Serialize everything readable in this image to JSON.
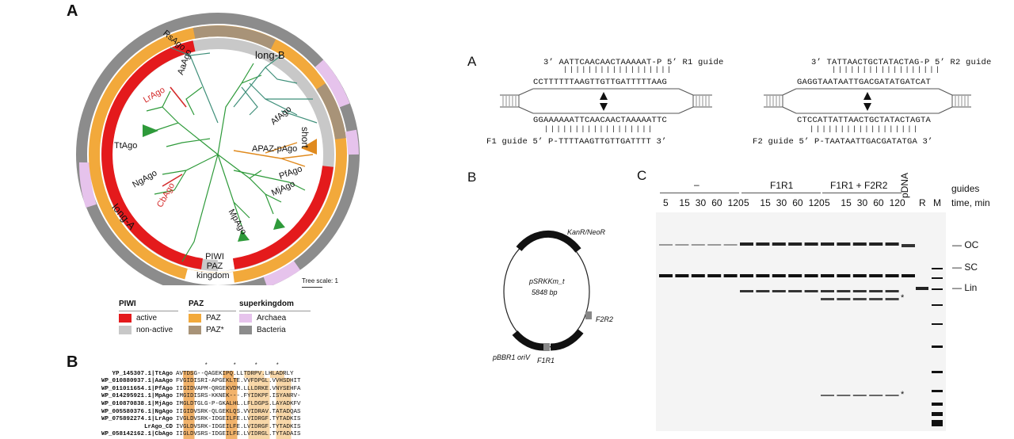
{
  "left_figure": {
    "panel_a": "A",
    "panel_b": "B",
    "tree_labels": {
      "rsago": "RsAgo",
      "long_b": "long-B",
      "afago": "AfAgo",
      "aaago": "AaAgo",
      "lrago": "LrAgo",
      "short": "short",
      "apaz": "APAZ-pAgo",
      "ttago": "TtAgo",
      "ngago": "NgAgo",
      "pfago": "PfAgo",
      "mjago": "MjAgo",
      "cbago": "CbAgo",
      "long_a": "long-A",
      "mpago": "MpAgo",
      "piwi": "PIWI",
      "paz": "PAZ",
      "kingdom": "kingdom"
    },
    "tree_scale": "Tree scale: 1",
    "legend": {
      "piwi_title": "PIWI",
      "piwi_items": [
        "active",
        "non-active"
      ],
      "paz_title": "PAZ",
      "paz_items": [
        "PAZ",
        "PAZ*"
      ],
      "kingdom_title": "superkingdom",
      "kingdom_items": [
        "Archaea",
        "Bacteria"
      ]
    },
    "colors": {
      "active": "#e41a1c",
      "non_active": "#c8c8c8",
      "paz": "#f2a93b",
      "paz_star": "#a89378",
      "archaea": "#e6c3ec",
      "bacteria": "#8c8c8c",
      "branch_green": "#2e9a3a",
      "branch_orange": "#e08a1e",
      "branch_teal": "#3f8f7a",
      "highlight_red": "#d42a2a"
    },
    "alignment_rows": [
      {
        "id": "YP_145307.1|TtAgo",
        "seq": "AVTDSG--QAGEKIPQ.LLTDRPV.LHLADRLY"
      },
      {
        "id": "WP_010880937.1|AaAgo",
        "seq": "FVGIDISRI-APGEKLTE.VVFDPGL.VVHSDHIT"
      },
      {
        "id": "WP_011011654.1|PfAgo",
        "seq": "IIGIDVAPM-QRGEKVDM.LLLDRKE.VNYSEHFA"
      },
      {
        "id": "WP_014295921.1|MpAgo",
        "seq": "IMGIDISRS-KKNEK---.FYIDKPF.ISYANRV-"
      },
      {
        "id": "WP_010870838.1|MjAgo",
        "seq": "IMGLDTGLG-P-GKALHL.LFLDGPS.LAYADKFV"
      },
      {
        "id": "WP_005580376.1|NgAgo",
        "seq": "IIGIDVSRK-QLGEKLQS.VVIDRAV.TATADQAS"
      },
      {
        "id": "WP_075892274.1|LrAgo",
        "seq": "IVGLDVSRK-IDGEILFE.LVIDRGF.TYTADKIS"
      },
      {
        "id": "LrAgo_CD",
        "seq": "IVGLDVSRK-IDGEILFE.LVIDRGF.TYTADKIS"
      },
      {
        "id": "WP_058142162.1|CbAgo",
        "seq": "IIGLDVSRS-IDGEILFE.LVIDRGL.TYTADAIS"
      }
    ],
    "alignment_stars": "*       *     *     *"
  },
  "right_figure": {
    "panel_a": "A",
    "panel_b": "B",
    "panel_c": "C",
    "left_duplex": {
      "r1_guide": "3’ AATTCAACAACTAAAAAT-P 5’ R1 guide",
      "top_strand": "CCTTTTTTAAGTTGTTGATTTTTAAG",
      "bottom_strand": "GGAAAAAATTCAACAACTAAAAATTC",
      "f1_guide": "F1 guide 5’ P-TTTTAAGTTGTTGATTTT 3’"
    },
    "right_duplex": {
      "r2_guide": "3’ TATTAACTGCTATACTAG-P 5’ R2 guide",
      "top_strand": "GAGGTAATAATTGACGATATGATCAT",
      "bottom_strand": "CTCCATTATTAACTGCTATACTAGTA",
      "f2_guide": "F2 guide 5’ P-TAATAATTGACGATATGA 3’"
    },
    "plasmid": {
      "name": "pSRKKm_t",
      "size": "5848 bp",
      "kan": "KanR/NeoR",
      "ori": "pBBR1 oriV",
      "f1r1": "F1R1",
      "f2r2": "F2R2"
    },
    "gel": {
      "groups": [
        "–",
        "F1R1",
        "F1R1 + F2R2"
      ],
      "pdna": "pDNA",
      "times": [
        "5",
        "15",
        "30",
        "60",
        "120",
        "5",
        "15",
        "30",
        "60",
        "120",
        "5",
        "15",
        "30",
        "60",
        "120"
      ],
      "r": "R",
      "m": "M",
      "guides_label": "guides",
      "time_label": "time, min",
      "bands": [
        "OC",
        "SC",
        "Lin"
      ],
      "star": "*"
    }
  }
}
